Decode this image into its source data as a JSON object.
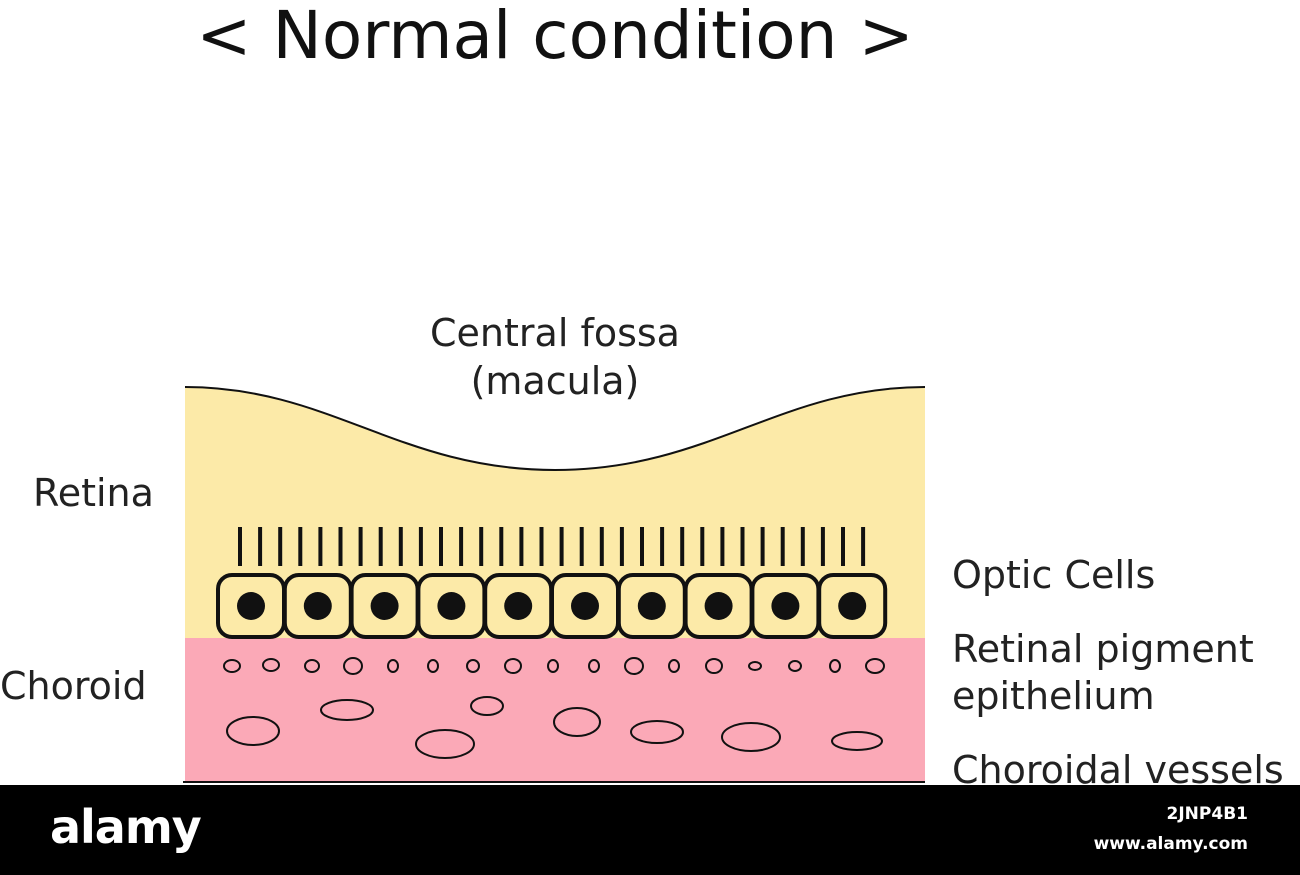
{
  "title": "< Normal condition >",
  "labels": {
    "fovea_line1": "Central fossa",
    "fovea_line2": "(macula)",
    "retina": "Retina",
    "choroid": "Choroid",
    "optic_cells": "Optic Cells",
    "rpe_line1": "Retinal pigment",
    "rpe_line2": "epithelium",
    "choroidal_vessels": "Choroidal vessels"
  },
  "colors": {
    "retina": "#fceaa8",
    "choroid": "#fba9b7",
    "cell_fill": "#fceaa8",
    "outline": "#111111"
  },
  "watermark": {
    "brand": "alamy",
    "image_id": "2JNP4B1",
    "site": "www.alamy.com"
  }
}
